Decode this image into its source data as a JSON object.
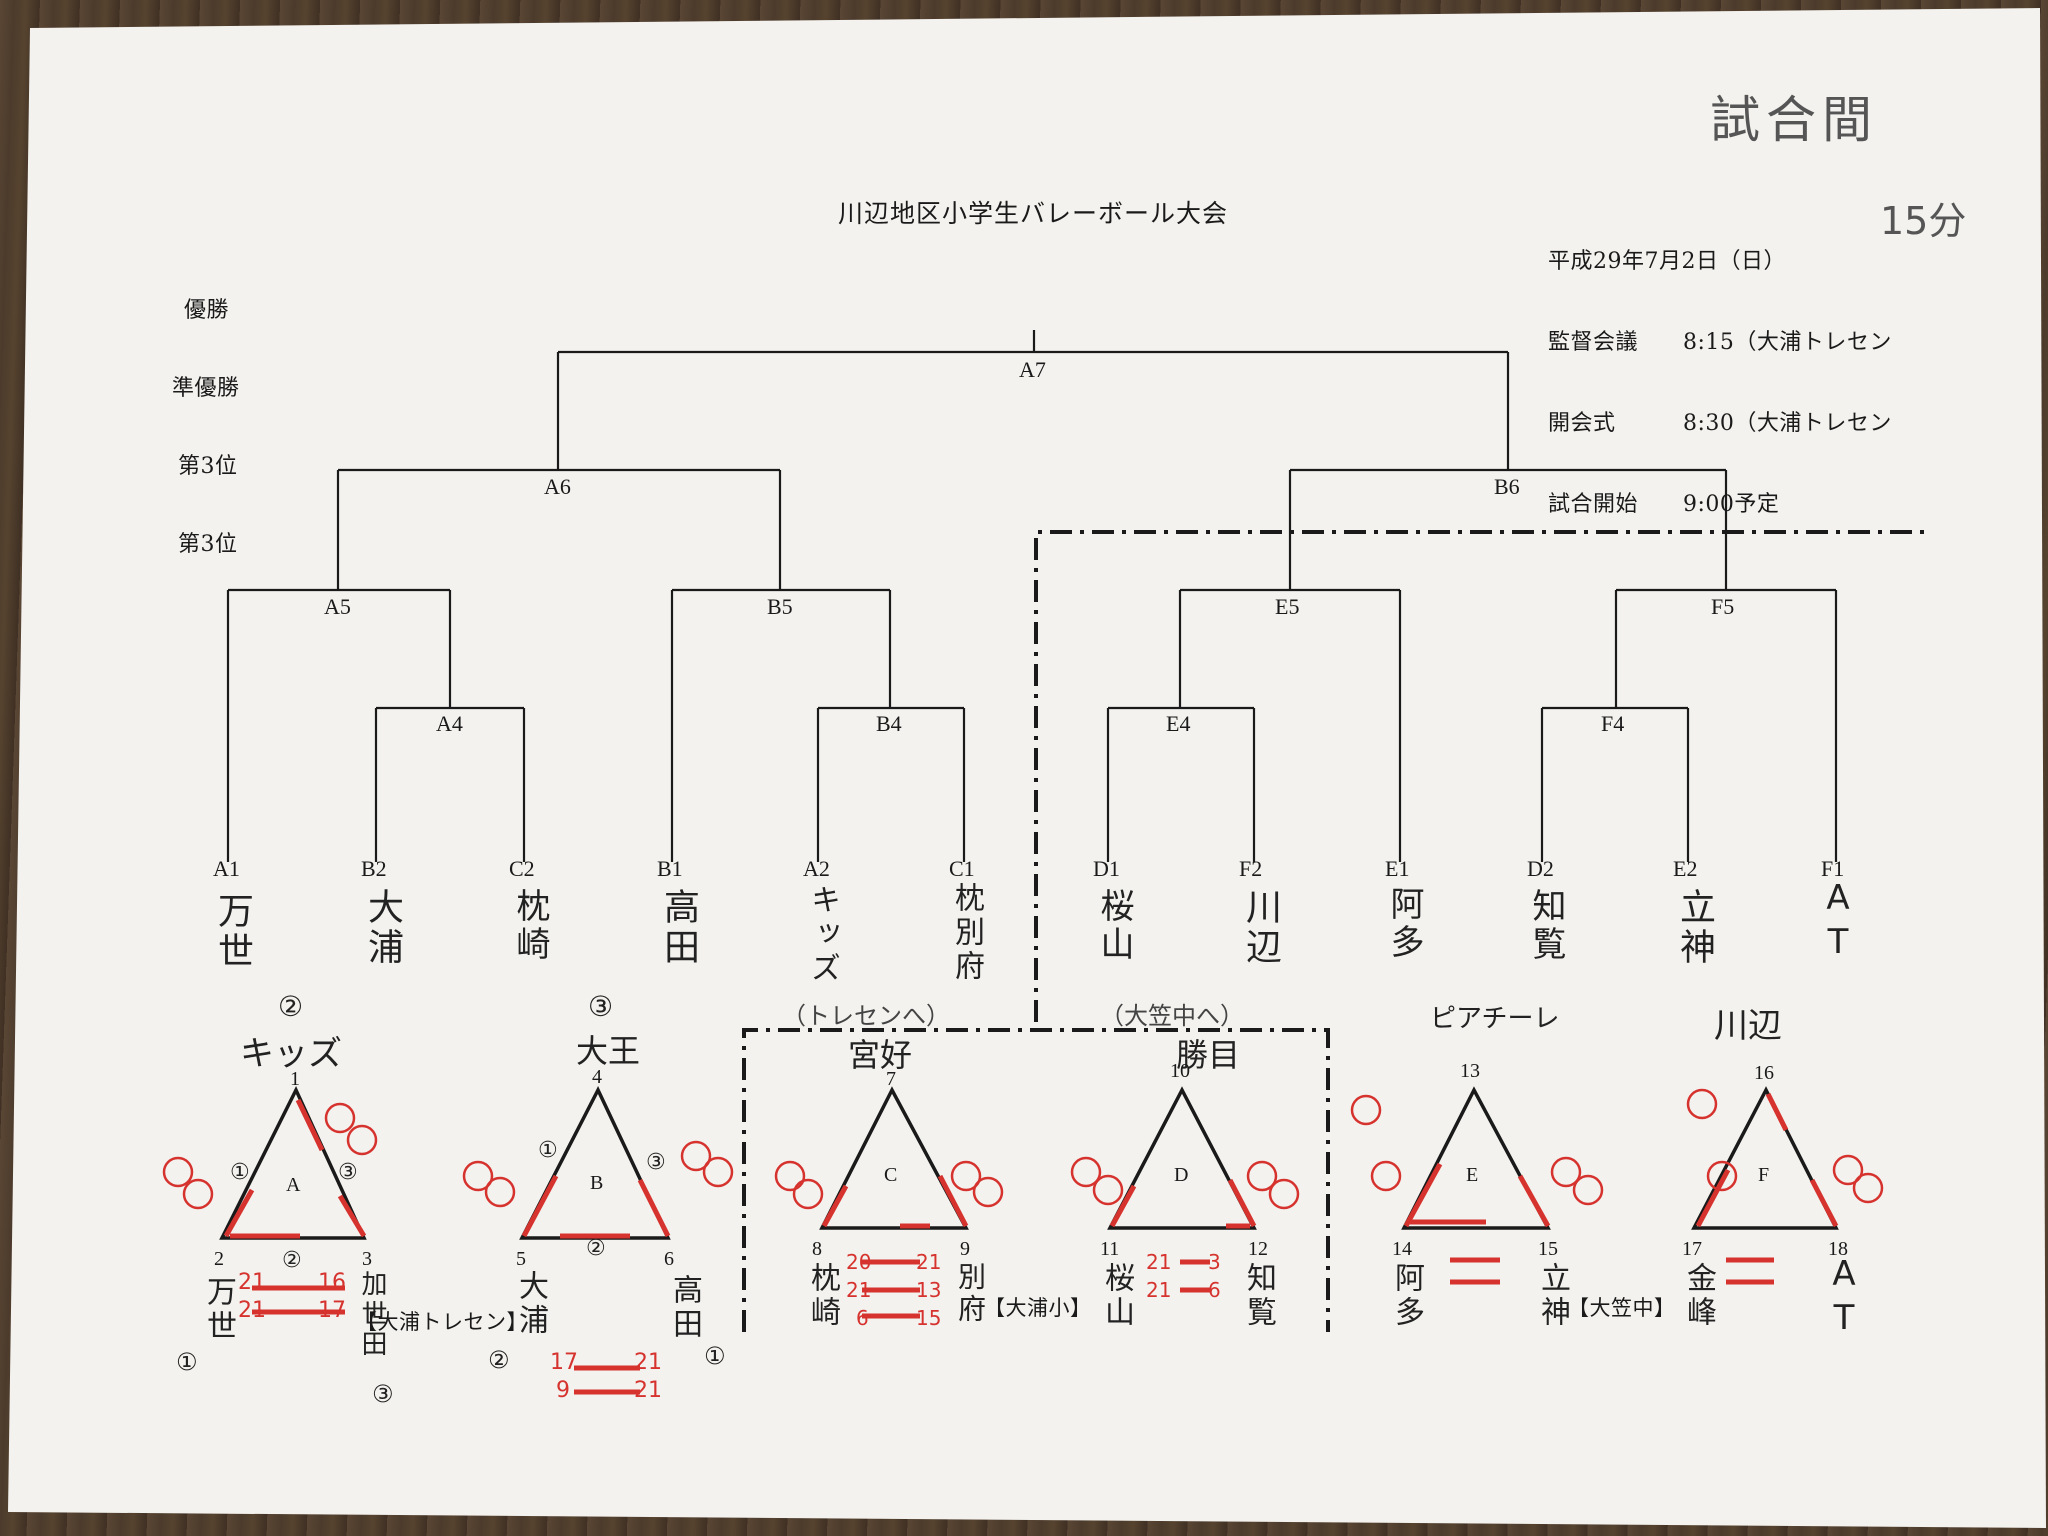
{
  "document": {
    "title": "川辺地区小学生バレーボール大会",
    "corner_note": [
      "試合間",
      "15分"
    ],
    "schedule": [
      "平成29年7月2日（日）",
      "監督会議　　8:15（大浦トレセン",
      "開会式　　　8:30（大浦トレセン",
      "試合開始　　9:00予定"
    ],
    "ranking": [
      "優勝",
      "準優勝",
      "第3位",
      "第3位"
    ]
  },
  "bracket": {
    "finals": {
      "top": "A7",
      "left": "A6",
      "right": "B6"
    },
    "rounds": [
      "A5",
      "B5",
      "E5",
      "F5",
      "A4",
      "B4",
      "E4",
      "F4"
    ],
    "seeds": [
      {
        "code": "A1",
        "team": "万世"
      },
      {
        "code": "B2",
        "team": "大浦"
      },
      {
        "code": "C2",
        "team": "枕崎"
      },
      {
        "code": "B1",
        "team": "高田"
      },
      {
        "code": "A2",
        "team": "キッズ"
      },
      {
        "code": "C1",
        "team": "枕別府"
      },
      {
        "code": "D1",
        "team": "桜山"
      },
      {
        "code": "F2",
        "team": "川辺"
      },
      {
        "code": "E1",
        "team": "阿多"
      },
      {
        "code": "D2",
        "team": "知覧"
      },
      {
        "code": "E2",
        "team": "立神"
      },
      {
        "code": "F1",
        "team": "AT"
      }
    ]
  },
  "venue_notes": [
    "（トレセンへ）",
    "（大笠中へ）"
  ],
  "venues": [
    "【大浦トレセン】",
    "【大浦小】",
    "【大笠中】"
  ],
  "leagues": [
    {
      "letter": "A",
      "nums": [
        "1",
        "2",
        "3"
      ],
      "teams": [
        "キッズ",
        "万世",
        "加世田"
      ],
      "ranks": [
        "②",
        "①",
        "③"
      ],
      "sides": [
        "①",
        "②",
        "③"
      ]
    },
    {
      "letter": "B",
      "nums": [
        "4",
        "5",
        "6"
      ],
      "teams": [
        "大王",
        "大浦",
        "高田"
      ],
      "ranks": [
        "③",
        "②",
        "①"
      ],
      "sides": [
        "①",
        "②",
        "③"
      ]
    },
    {
      "letter": "C",
      "nums": [
        "7",
        "8",
        "9"
      ],
      "teams": [
        "宮好",
        "枕崎",
        "別府"
      ]
    },
    {
      "letter": "D",
      "nums": [
        "10",
        "11",
        "12"
      ],
      "teams": [
        "勝目",
        "桜山",
        "知覧"
      ]
    },
    {
      "letter": "E",
      "nums": [
        "13",
        "14",
        "15"
      ],
      "teams": [
        "ピアチーレ",
        "阿多",
        "立神"
      ]
    },
    {
      "letter": "F",
      "nums": [
        "16",
        "17",
        "18"
      ],
      "teams": [
        "川辺",
        "金峰",
        "AT"
      ]
    }
  ],
  "scores": {
    "A_bottom": [
      "21",
      "16",
      "21",
      "17"
    ],
    "B_bottom": [
      "17",
      "21",
      "9",
      "21"
    ],
    "C_bottom": [
      "20",
      "21",
      "21",
      "13",
      "6",
      "15"
    ],
    "D_bottom": [
      "21",
      "3",
      "21",
      "6"
    ]
  },
  "colors": {
    "paper": "#f3f2ee",
    "ink": "#1a1a1a",
    "red_pen": "#d6332f",
    "wood": "#4a3a2c"
  }
}
